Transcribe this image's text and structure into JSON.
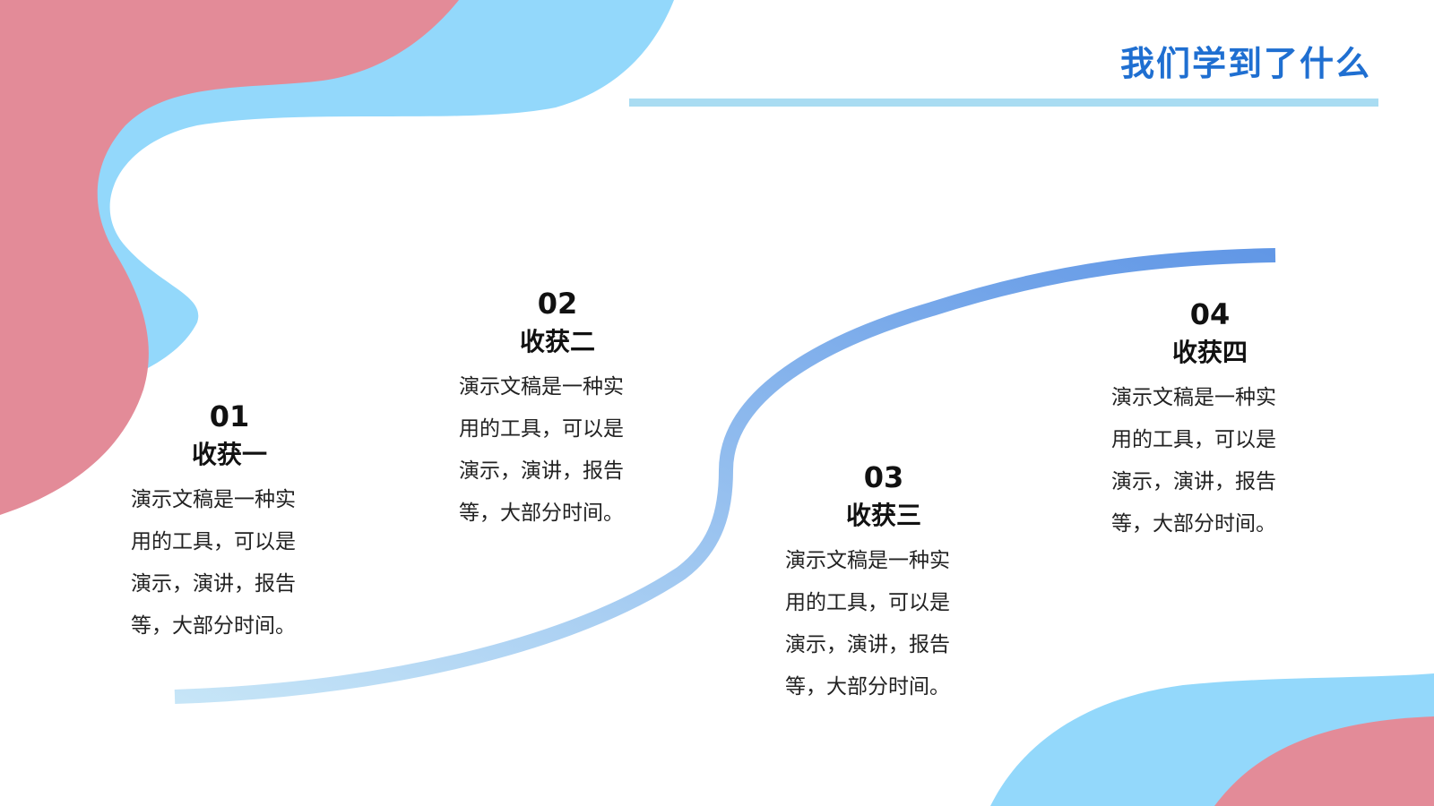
{
  "slide": {
    "title": "我们学到了什么",
    "colors": {
      "title": "#1f6fd1",
      "rule": "#a9dcf2",
      "pink_blob": "#e38b98",
      "blue_blob": "#93d8fb",
      "curve_start": "#c6e5f7",
      "curve_end": "#6197e6"
    },
    "items": [
      {
        "num": "01",
        "heading": "收获一",
        "lines": [
          "演示文稿是一种实",
          "用的工具，可以是",
          "演示，演讲，报告",
          "等，大部分时间。"
        ]
      },
      {
        "num": "02",
        "heading": "收获二",
        "lines": [
          "演示文稿是一种实",
          "用的工具，可以是",
          "演示，演讲，报告",
          "等，大部分时间。"
        ]
      },
      {
        "num": "03",
        "heading": "收获三",
        "lines": [
          "演示文稿是一种实",
          "用的工具，可以是",
          "演示，演讲，报告",
          "等，大部分时间。"
        ]
      },
      {
        "num": "04",
        "heading": "收获四",
        "lines": [
          "演示文稿是一种实",
          "用的工具，可以是",
          "演示，演讲，报告",
          "等，大部分时间。"
        ]
      }
    ]
  }
}
